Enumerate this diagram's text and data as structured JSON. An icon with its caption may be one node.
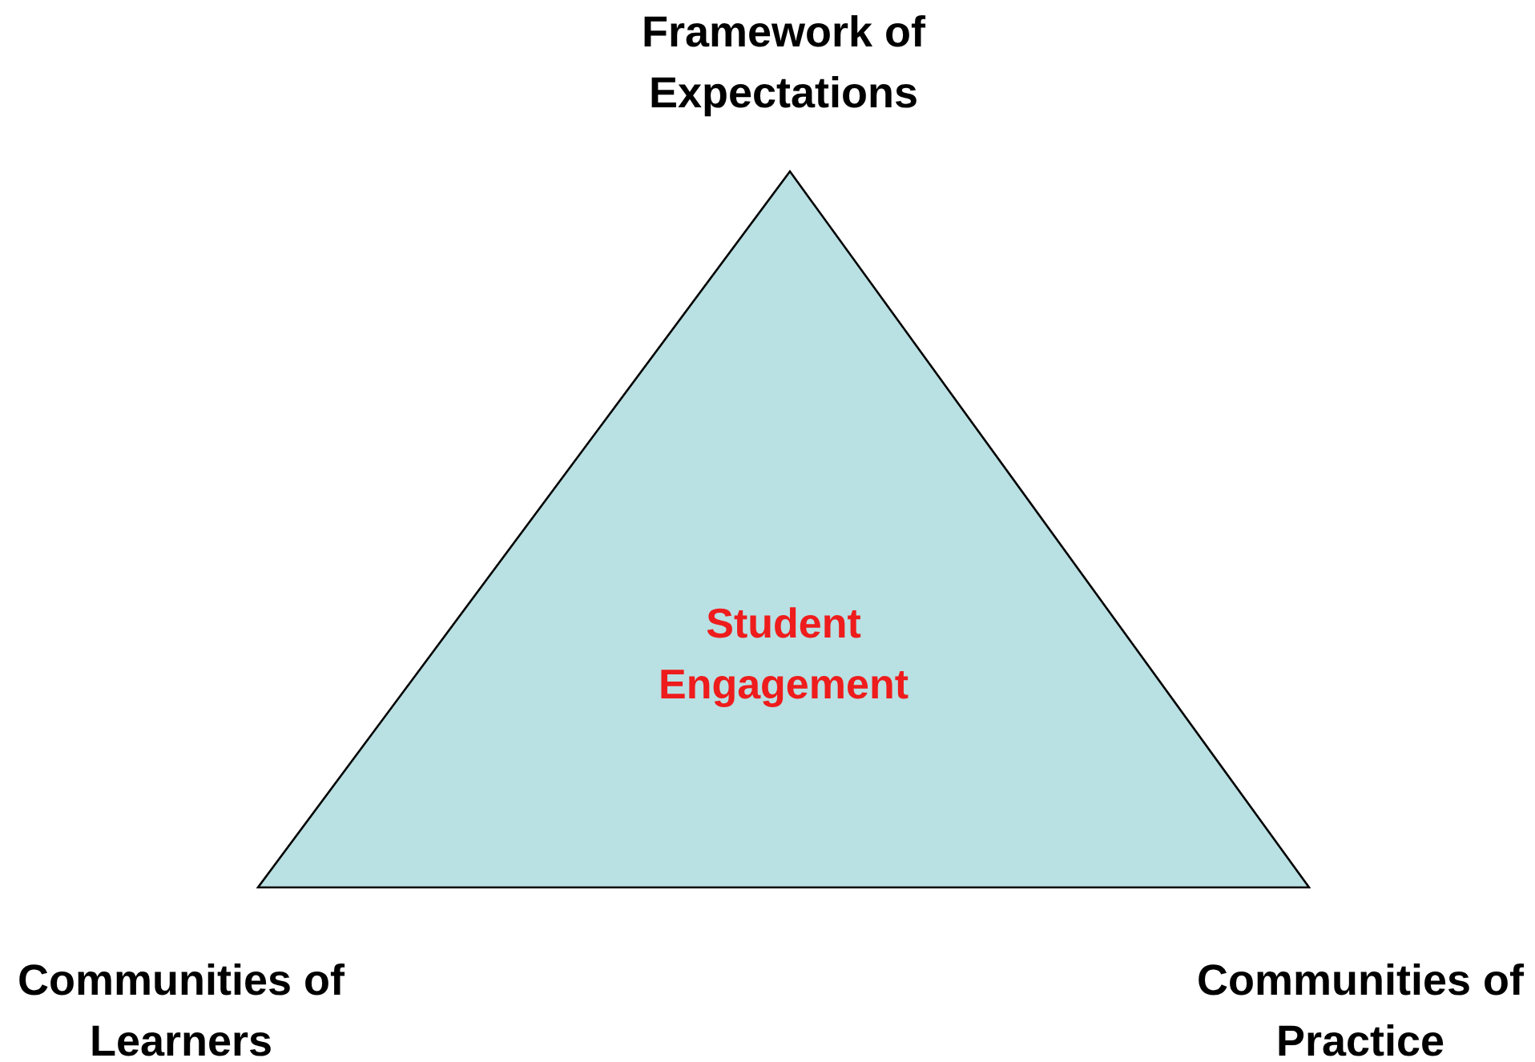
{
  "diagram": {
    "nodes": [
      {
        "text": [
          "Student Engagement"
        ]
      }
    ],
    "labels": [
      "Framework of Expectations",
      "Communities of Learners",
      "Communities of Practice"
    ]
  }
}
